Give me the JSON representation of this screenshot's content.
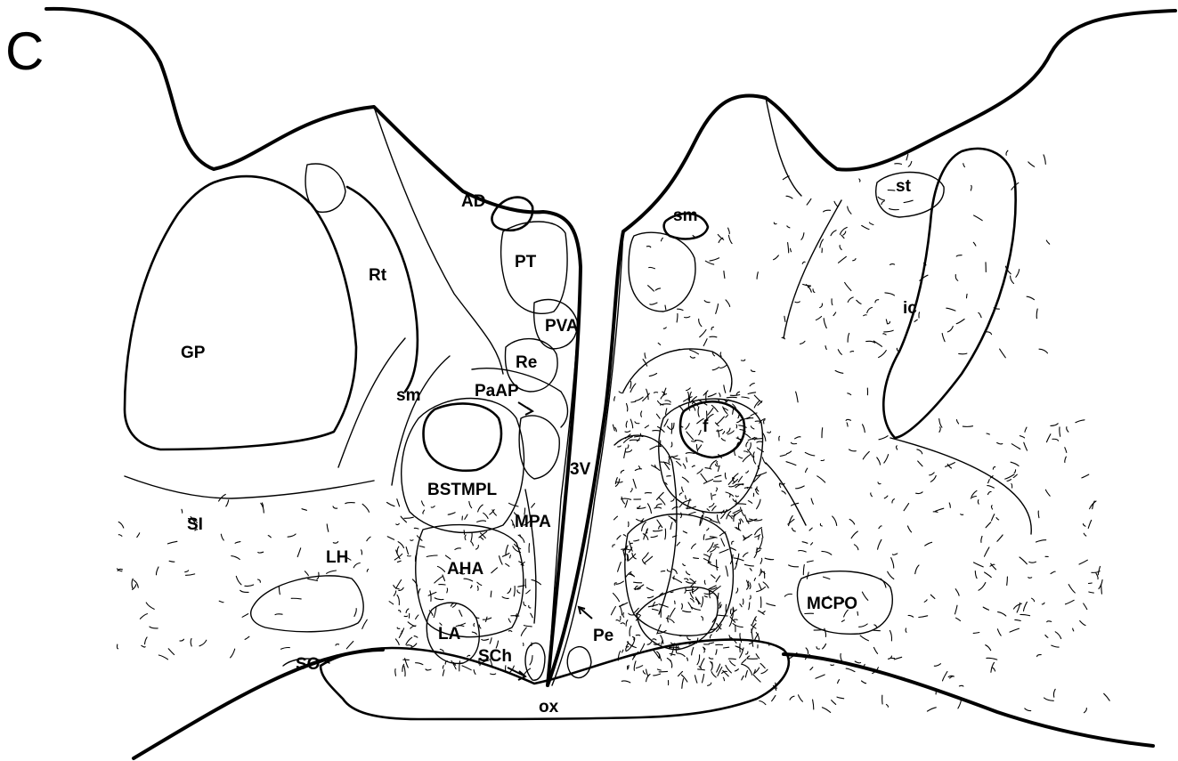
{
  "panel_letter": "C",
  "labels": {
    "AD": "AD",
    "PT": "PT",
    "Rt": "Rt",
    "PVA": "PVA",
    "GP": "GP",
    "Re": "Re",
    "PaAP": "PaAP",
    "sm_left": "sm",
    "sm_right": "sm",
    "st": "st",
    "ic": "ic",
    "f": "f",
    "BSTMPL": "BSTMPL",
    "ThreeV": "3V",
    "SI": "SI",
    "MPA": "MPA",
    "LH": "LH",
    "AHA": "AHA",
    "MCPO": "MCPO",
    "LA": "LA",
    "Pe": "Pe",
    "SO": "SO",
    "SCh": "SCh",
    "ox": "ox"
  }
}
